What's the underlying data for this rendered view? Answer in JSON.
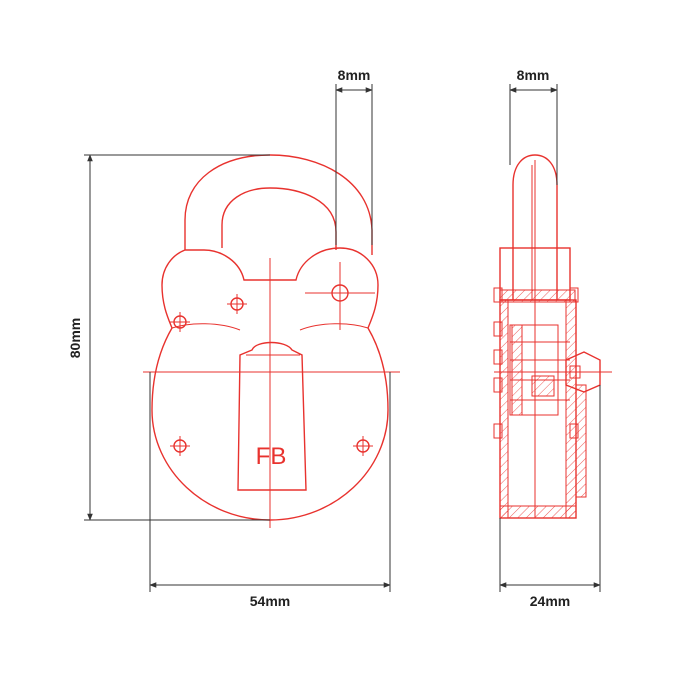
{
  "dimensions": {
    "front_shackle_width": "8mm",
    "side_shackle_width": "8mm",
    "height": "80mm",
    "front_width": "54mm",
    "side_depth": "24mm"
  },
  "padlock": {
    "maker_mark": "FB"
  },
  "colors": {
    "line_red": "#e8322e",
    "dimension_line": "#333333",
    "label": "#222222",
    "background": "#ffffff"
  }
}
